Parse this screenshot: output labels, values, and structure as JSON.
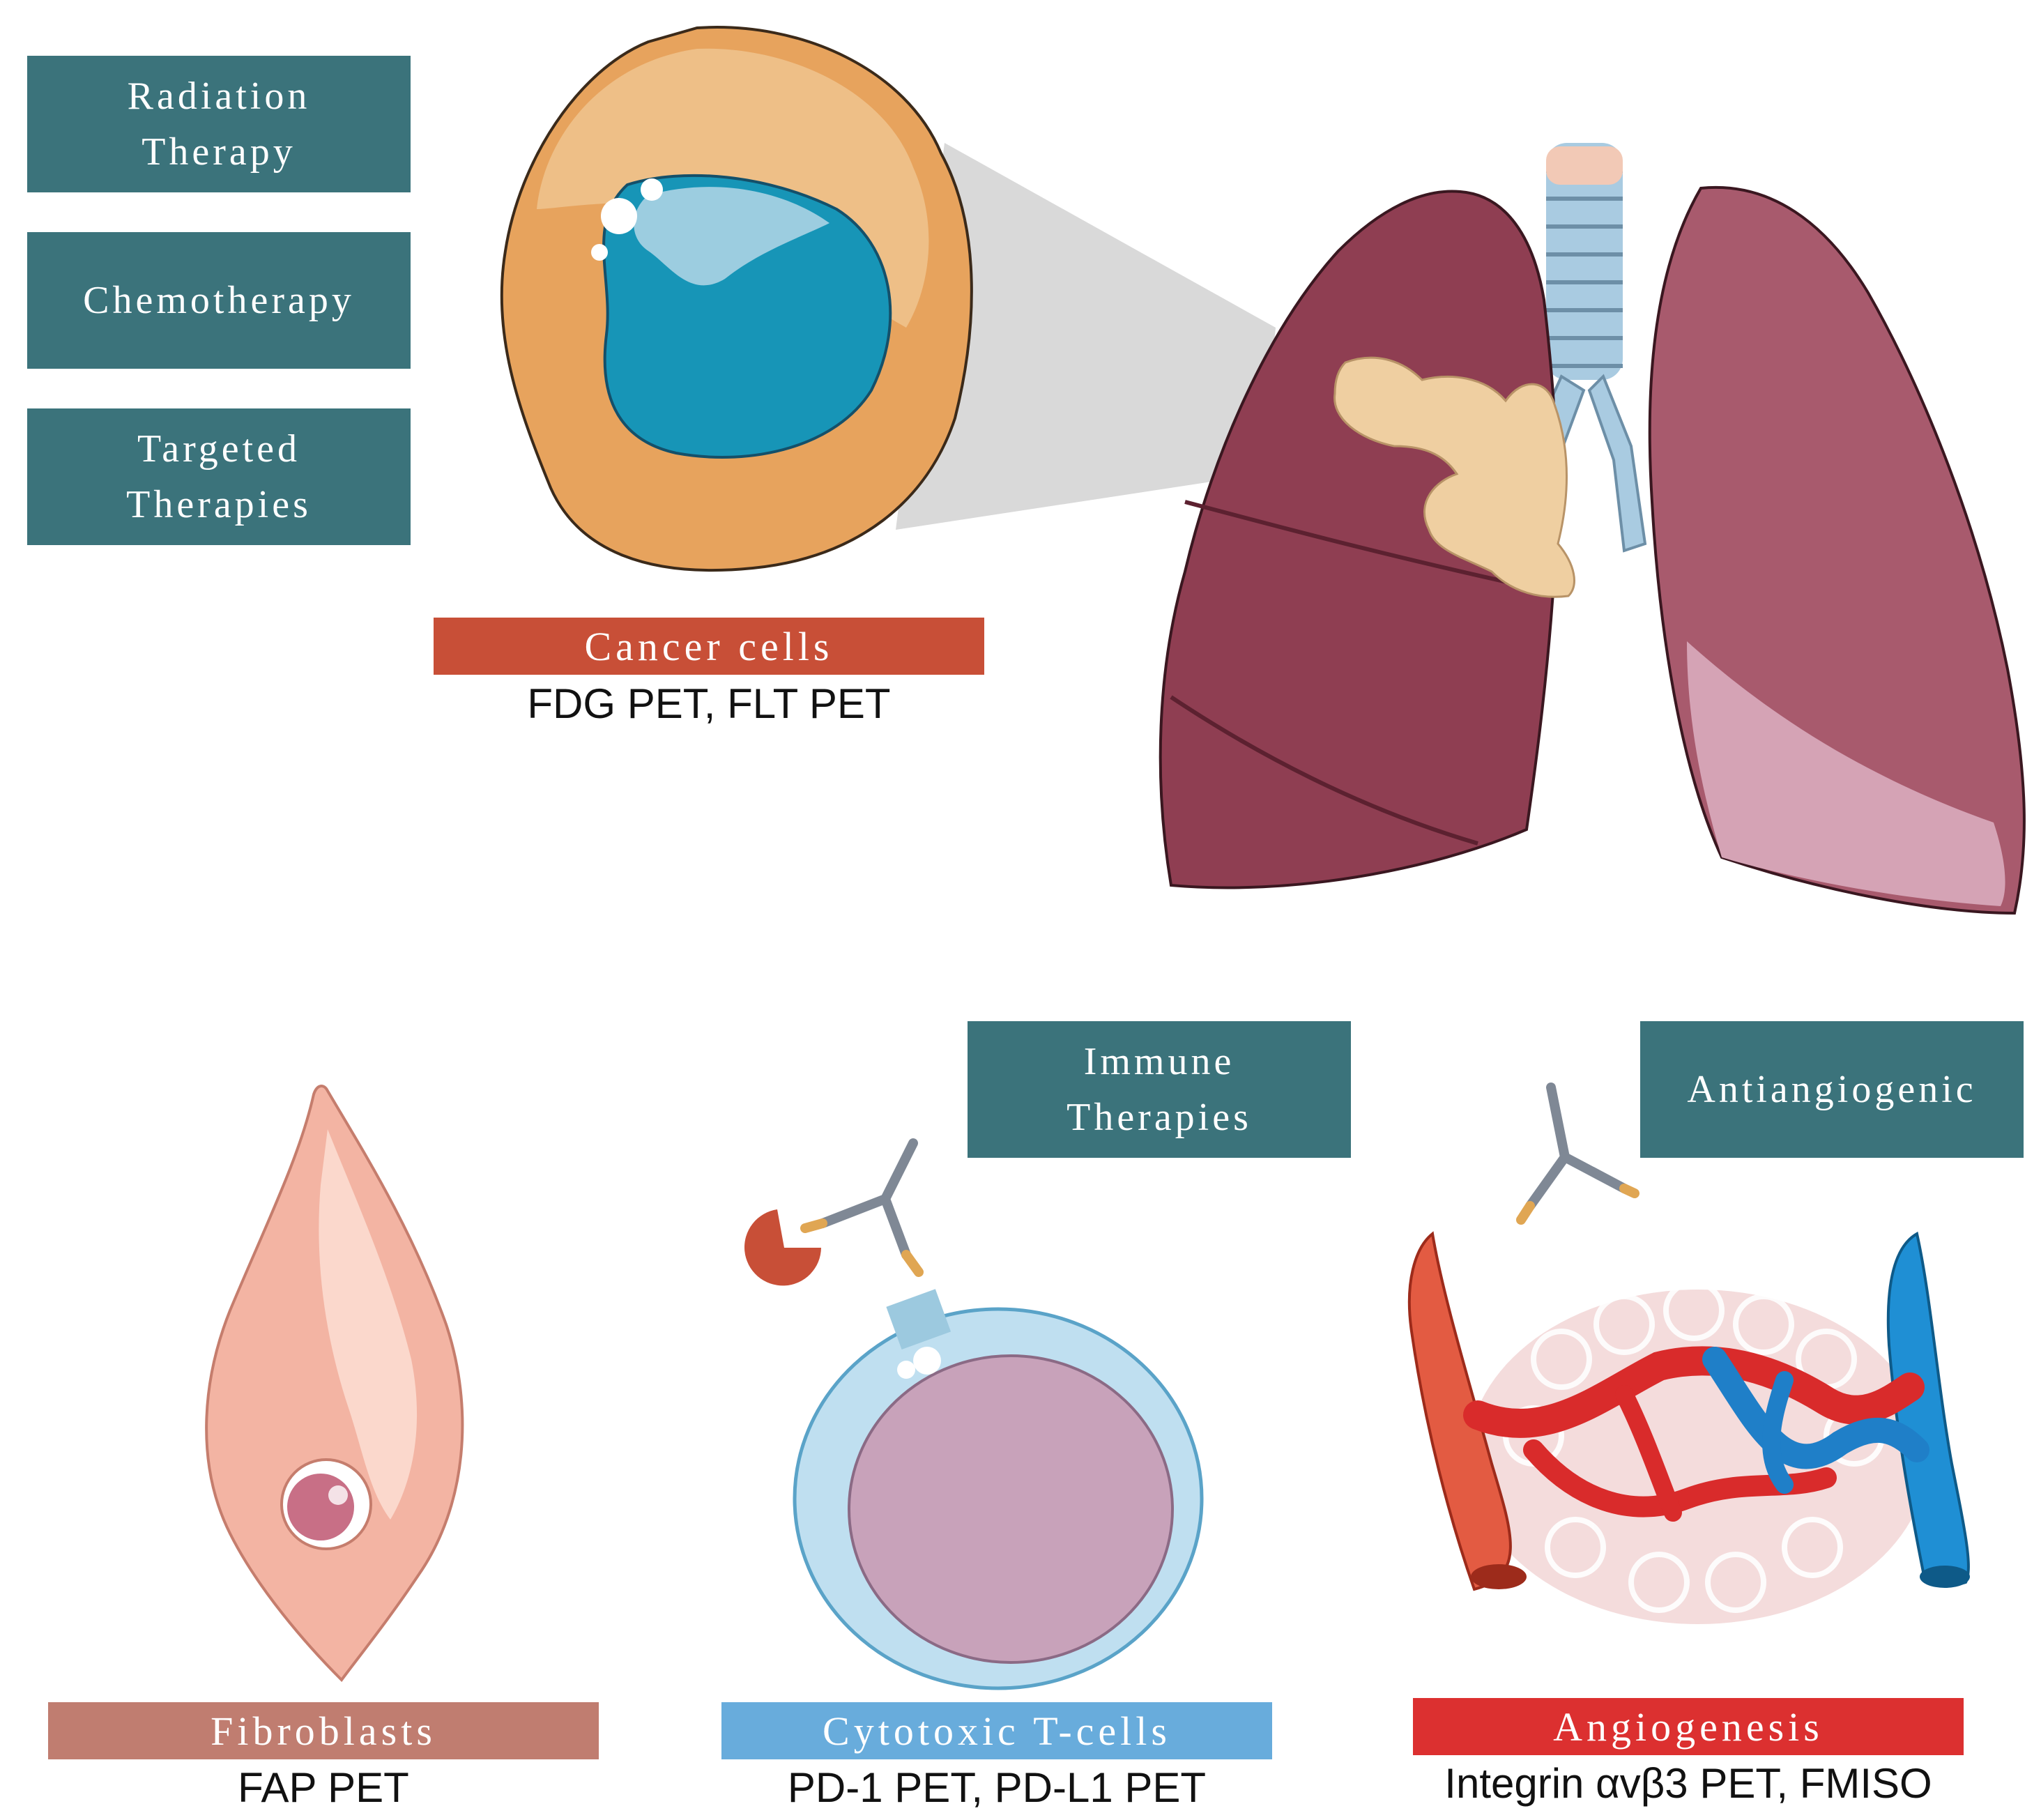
{
  "therapy_boxes": {
    "radiation": "Radiation\nTherapy",
    "chemo": "Chemotherapy",
    "targeted": "Targeted\nTherapies",
    "immune": "Immune\nTherapies",
    "antiangiogenic": "Antiangiogenic"
  },
  "panels": {
    "cancer": {
      "label": "Cancer cells",
      "tracers": "FDG PET, FLT PET",
      "color": "#c84f37"
    },
    "fibroblasts": {
      "label": "Fibroblasts",
      "tracers": "FAP PET",
      "color": "#c07d70"
    },
    "tcells": {
      "label": "Cytotoxic T-cells",
      "tracers": "PD-1 PET, PD-L1 PET",
      "color": "#68acdc"
    },
    "angiogenesis": {
      "label": "Angiogenesis",
      "tracers": "Integrin αvβ3 PET, FMISO",
      "color": "#dc3030"
    }
  },
  "colors": {
    "therapy_box": "#3b737b",
    "lung": "#8f3e52",
    "cancer_cell": "#e3a55c",
    "nucleus": "#1795b7"
  },
  "icons": [
    "cancer-cell",
    "lungs-with-tumor",
    "fibroblast",
    "t-cell",
    "antibody",
    "blood-vessels"
  ]
}
